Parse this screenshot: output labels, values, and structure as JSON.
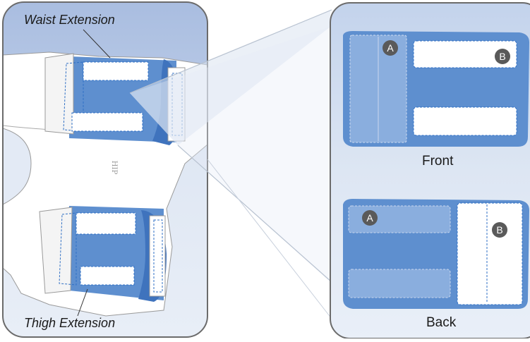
{
  "left_panel": {
    "waist_label": "Waist Extension",
    "thigh_label": "Thigh Extension",
    "hip_label": "HIP"
  },
  "right_panel": {
    "front_label": "Front",
    "back_label": "Back",
    "badge_a": "A",
    "badge_b": "B"
  },
  "colors": {
    "panel_border": "#6b6b6b",
    "sky_top": "#a9bde0",
    "background_bottom": "#e6edf7",
    "pad_blue": "#5e8fcf",
    "pad_blue_dark": "#3f73bd",
    "pad_light": "#8aaede",
    "velcro_white": "#ffffff",
    "stitch": "#2f6fc4"
  }
}
